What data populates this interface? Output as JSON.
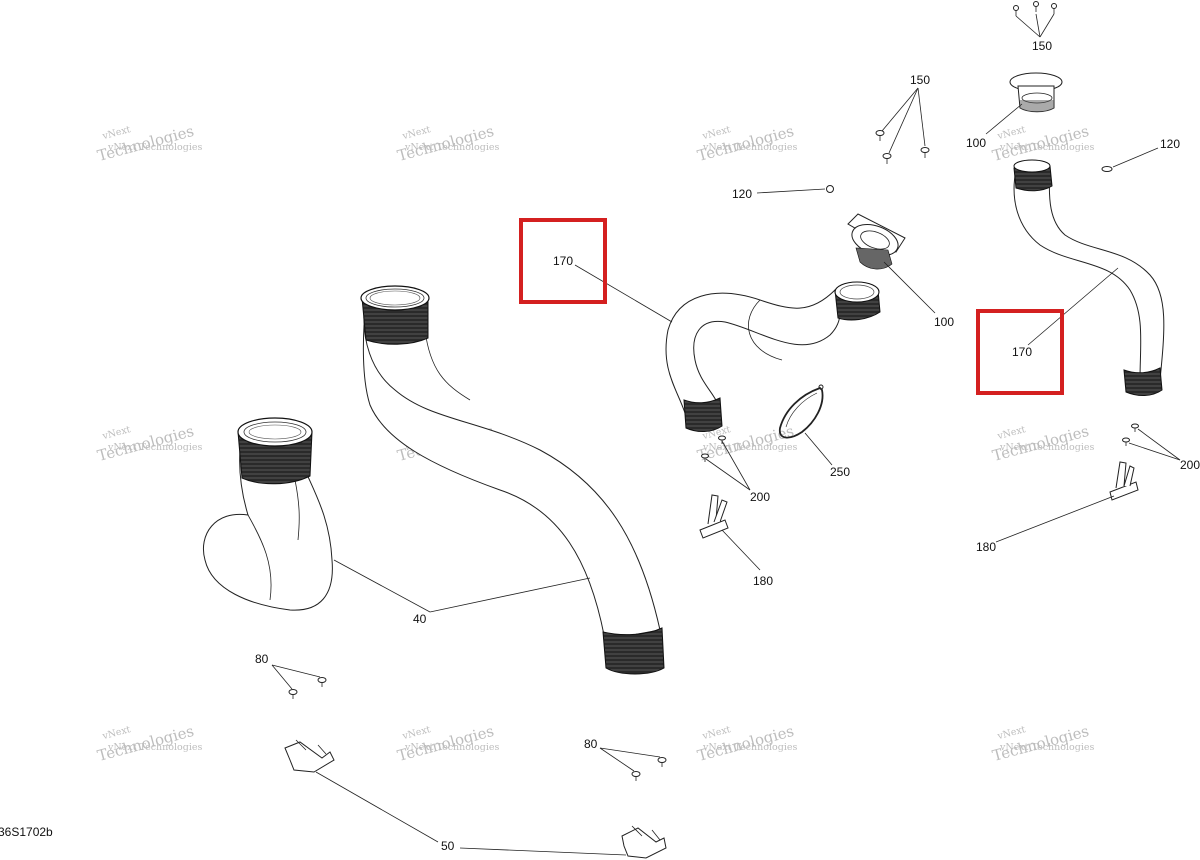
{
  "diagram_code": "36S1702b",
  "watermark": {
    "line1": "vNext Technologies",
    "line2": "vNext",
    "line3": "Technologies"
  },
  "callouts": {
    "c150_top": "150",
    "c150_mid": "150",
    "c100_top": "100",
    "c120_right": "120",
    "c120_mid": "120",
    "c170_left": "170",
    "c100_mid": "100",
    "c170_right": "170",
    "c250": "250",
    "c200_mid": "200",
    "c200_right": "200",
    "c180_mid": "180",
    "c180_right": "180",
    "c40": "40",
    "c80_left": "80",
    "c80_mid": "80",
    "c50": "50"
  },
  "highlights": {
    "color": "#d42020",
    "boxes": [
      "170",
      "170"
    ]
  },
  "colors": {
    "line": "#222222",
    "watermark": "#bdbdbd",
    "highlight": "#d42020"
  }
}
